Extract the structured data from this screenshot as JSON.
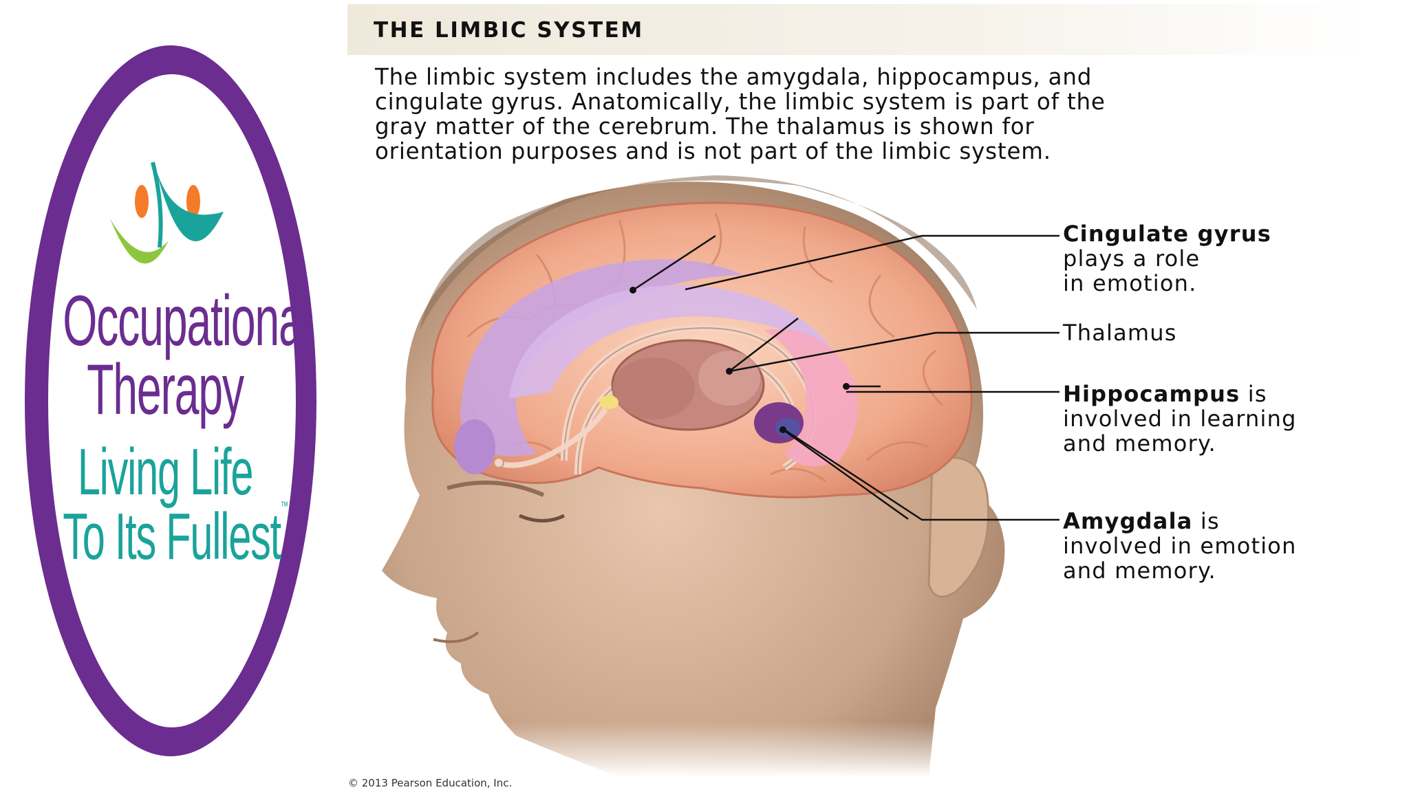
{
  "logo": {
    "line1": "Occupational",
    "line2": "Therapy",
    "line3": "Living Life",
    "line4": "To Its Fullest",
    "trademark": "™",
    "colors": {
      "ring": "#6b2d8f",
      "teal": "#1aa39a",
      "green": "#8cc63f",
      "orange": "#f37b2a"
    }
  },
  "header": {
    "title": "THE LIMBIC SYSTEM"
  },
  "intro": {
    "lines": [
      "The limbic system includes the amygdala, hippocampus, and",
      "cingulate gyrus. Anatomically, the limbic system is part of the",
      "gray matter of the cerebrum. The thalamus is shown for",
      "orientation purposes and is not part of the limbic system."
    ]
  },
  "labels": {
    "cingulate": {
      "title": "Cingulate gyrus",
      "line1": "plays a role",
      "line2": "in emotion."
    },
    "thalamus": {
      "title": "Thalamus"
    },
    "hippocampus": {
      "title": "Hippocampus",
      "suffix": " is",
      "line1": "involved in learning",
      "line2": "and memory."
    },
    "amygdala": {
      "title": "Amygdala",
      "suffix": " is",
      "line1": "involved in emotion",
      "line2": "and memory."
    }
  },
  "copyright": "© 2013 Pearson Education, Inc."
}
